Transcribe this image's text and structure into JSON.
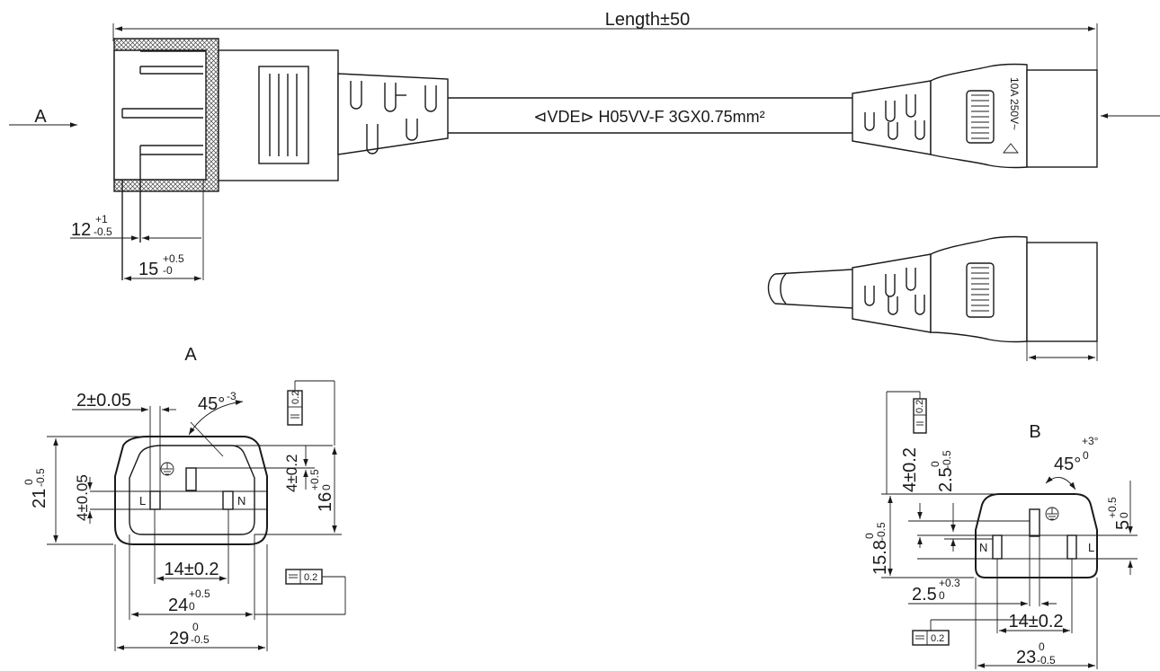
{
  "drawing": {
    "overall_length": "Length±50",
    "cable_marking": "⊲VDE⊳ H05VV-F 3GX0.75mm²",
    "view_a_arrow": "A",
    "rating_text": "10A 250V~",
    "side_dims": {
      "d12": {
        "base": "12",
        "sup": "+1",
        "sub": "-0.5"
      },
      "d15": {
        "base": "15",
        "sup": "+0.5",
        "sub": "-0"
      }
    }
  },
  "view_a": {
    "title": "A",
    "angle": {
      "base": "45°",
      "sup": "-3"
    },
    "pin_width": "2±0.05",
    "height_21": {
      "base": "21",
      "sup": "0",
      "sub": "-0.5"
    },
    "pin_4_vertical": "4±0.05",
    "earth_4": "4±0.2",
    "height_16": {
      "base": "16",
      "sup": "+0.5",
      "sub": "0"
    },
    "pitch_14": "14±0.2",
    "width_24": {
      "base": "24",
      "sup": "+0.5",
      "sub": "0"
    },
    "width_29": {
      "base": "29",
      "sup": "0",
      "sub": "-0.5"
    },
    "tol_frame_1": "0.2",
    "tol_frame_2": "0.2",
    "label_l": "L",
    "label_n": "N"
  },
  "view_b": {
    "title": "B",
    "angle": {
      "base": "45°",
      "sup": "+3°",
      "sub": "0"
    },
    "earth_4": "4±0.2",
    "dim_2_5_vertical": {
      "base": "2.5",
      "sup": "0",
      "sub": "-0.5"
    },
    "height_15_8": {
      "base": "15.8",
      "sup": "0",
      "sub": "-0.5"
    },
    "dim_5": {
      "base": "5",
      "sup": "+0.5",
      "sub": "0"
    },
    "dim_2_5_horizontal": {
      "base": "2.5",
      "sup": "+0.3",
      "sub": "0"
    },
    "pitch_14": "14±0.2",
    "width_23": {
      "base": "23",
      "sup": "0",
      "sub": "-0.5"
    },
    "tol_frame_1": "0.2",
    "tol_frame_2": "0.2",
    "label_n": "N",
    "label_l": "L"
  }
}
